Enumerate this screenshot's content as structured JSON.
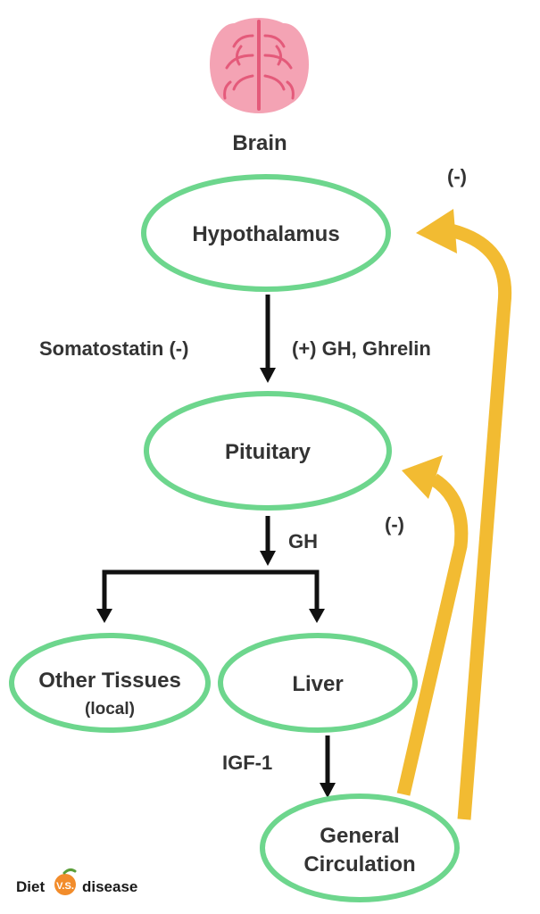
{
  "brain": {
    "label": "Brain",
    "icon": "brain-icon"
  },
  "nodes": {
    "hypothalamus": "Hypothalamus",
    "pituitary": "Pituitary",
    "other_tissues": "Other Tissues",
    "other_tissues_sub": "(local)",
    "liver": "Liver",
    "general_circulation_line1": "General",
    "general_circulation_line2": "Circulation"
  },
  "edges": {
    "somatostatin": "Somatostatin (-)",
    "gh_ghrelin": "(+) GH, Ghrelin",
    "gh": "GH",
    "igf1": "IGF-1",
    "feedback_hypothalamus": "(-)",
    "feedback_pituitary": "(-)"
  },
  "logo": {
    "left": "Diet",
    "middle": "V.S.",
    "right": "disease"
  },
  "colors": {
    "node_outline": "#6dd68d",
    "arrow": "#111111",
    "feedback": "#f2bb32",
    "brain": "#f4a3b4",
    "brain_lines": "#e45a7a",
    "text": "#333333",
    "logo_badge": "#f28c2b"
  }
}
